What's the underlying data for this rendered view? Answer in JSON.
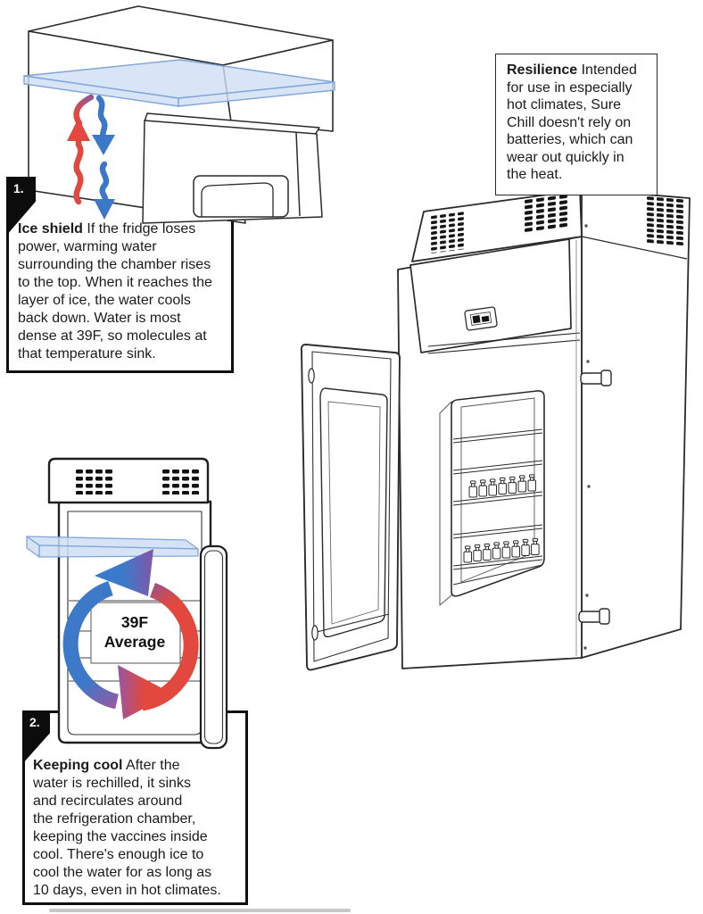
{
  "callouts": {
    "step1": {
      "number": "1.",
      "lead": "Ice shield",
      "body": " If the fridge loses\npower, warming water\nsurrounding the chamber rises\nto the top. When it reaches the\nlayer of ice, the water cools\nback down. Water is most\ndense at 39F, so molecules at\nthat temperature sink."
    },
    "step2": {
      "number": "2.",
      "lead": "Keeping cool",
      "body": " After the\nwater is rechilled, it sinks\nand recirculates around\nthe refrigeration chamber,\nkeeping the vaccines inside\ncool. There's enough ice to\ncool the water for as long as\n10 days, even in hot climates."
    },
    "resilience": {
      "lead": "Resilience",
      "body": " Intended\nfor use in especially\nhot climates, Sure\nChill doesn't rely on\nbatteries, which can\nwear out quickly in\nthe heat."
    }
  },
  "diagram_labels": {
    "temperature": "39F",
    "temperature_qualifier": "Average"
  },
  "colors": {
    "warm_flow": "#e2483d",
    "cold_flow": "#3b79c8",
    "ice_layer_fill": "#cddef4",
    "ice_layer_stroke": "#82a5d8",
    "line_art": "#2b2b2b",
    "ink": "#1b1b1b"
  }
}
